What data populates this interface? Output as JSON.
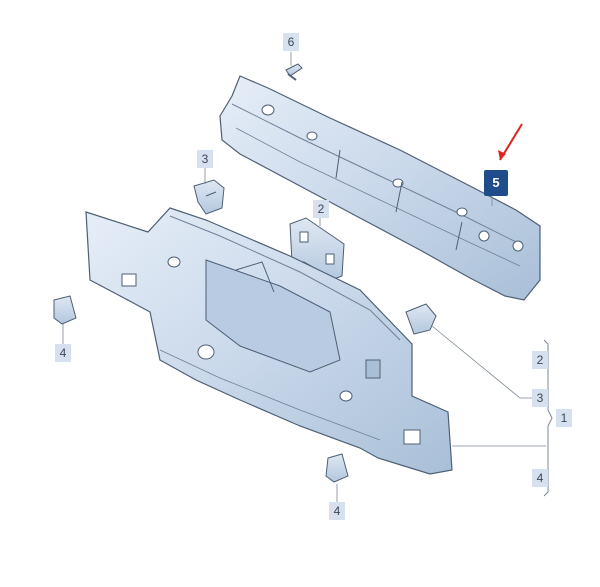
{
  "callouts": {
    "c6": "6",
    "c3_top": "3",
    "c2_top": "2",
    "c5": "5",
    "c4_left": "4",
    "c4_bottom": "4",
    "group_2": "2",
    "group_3": "3",
    "group_1": "1",
    "group_4": "4"
  },
  "colors": {
    "part_fill": "#c9d8ea",
    "part_stroke": "#4e6074",
    "callout_bg": "#d7e0ee",
    "highlight_bg": "#1f4c8a",
    "arrow": "#e0231f"
  }
}
